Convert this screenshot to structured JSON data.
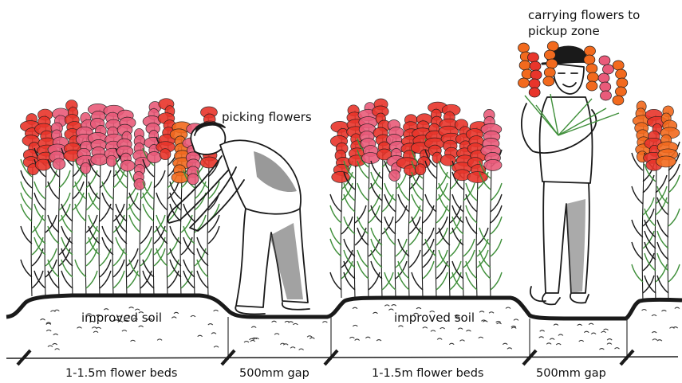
{
  "labels": {
    "picking": "picking flowers",
    "carrying_line1": "carrying flowers to",
    "carrying_line2": "pickup zone",
    "soil_left": "improved soil",
    "soil_right": "improved soil"
  },
  "dimensions": {
    "bed1": "1-1.5m flower beds",
    "gap1": "500mm gap",
    "bed2": "1-1.5m flower beds",
    "gap2": "500mm gap"
  },
  "colors": {
    "ink": "#1a1a1a",
    "petal_red": "#e8352b",
    "petal_orange": "#f26a1e",
    "petal_pink": "#e95b7a",
    "leaf_green": "#3f8f3a"
  }
}
